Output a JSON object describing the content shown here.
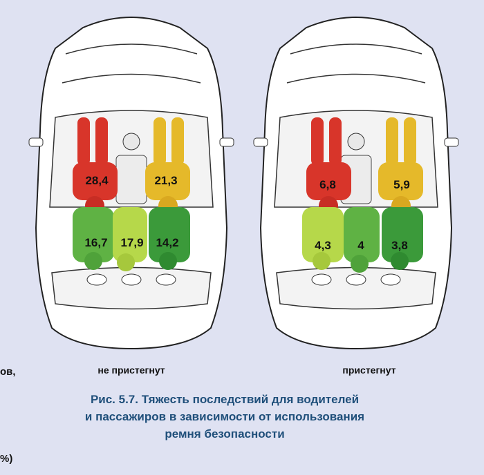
{
  "left_car": {
    "label": "не пристегнут",
    "values": {
      "driver": "28,4",
      "front_passenger": "21,3",
      "rear_left": "16,7",
      "rear_middle": "17,9",
      "rear_right": "14,2"
    }
  },
  "right_car": {
    "label": "пристегнут",
    "values": {
      "driver": "6,8",
      "front_passenger": "5,9",
      "rear_left": "4,3",
      "rear_middle": "4",
      "rear_right": "3,8"
    }
  },
  "caption": {
    "line1": "Рис. 5.7. Тяжесть последствий для водителей",
    "line2": "и пассажиров в зависимости от использования",
    "line3": "ремня безопасности"
  },
  "left_fragments": {
    "frag1": "ов,",
    "frag2": "%)"
  },
  "colors": {
    "background": "#dfe2f2",
    "red": "#d8352a",
    "yellow": "#e5b92a",
    "green_dark": "#3b9a3a",
    "green_mid": "#5fb244",
    "green_light": "#b6d84a",
    "caption": "#1f4f7a"
  }
}
